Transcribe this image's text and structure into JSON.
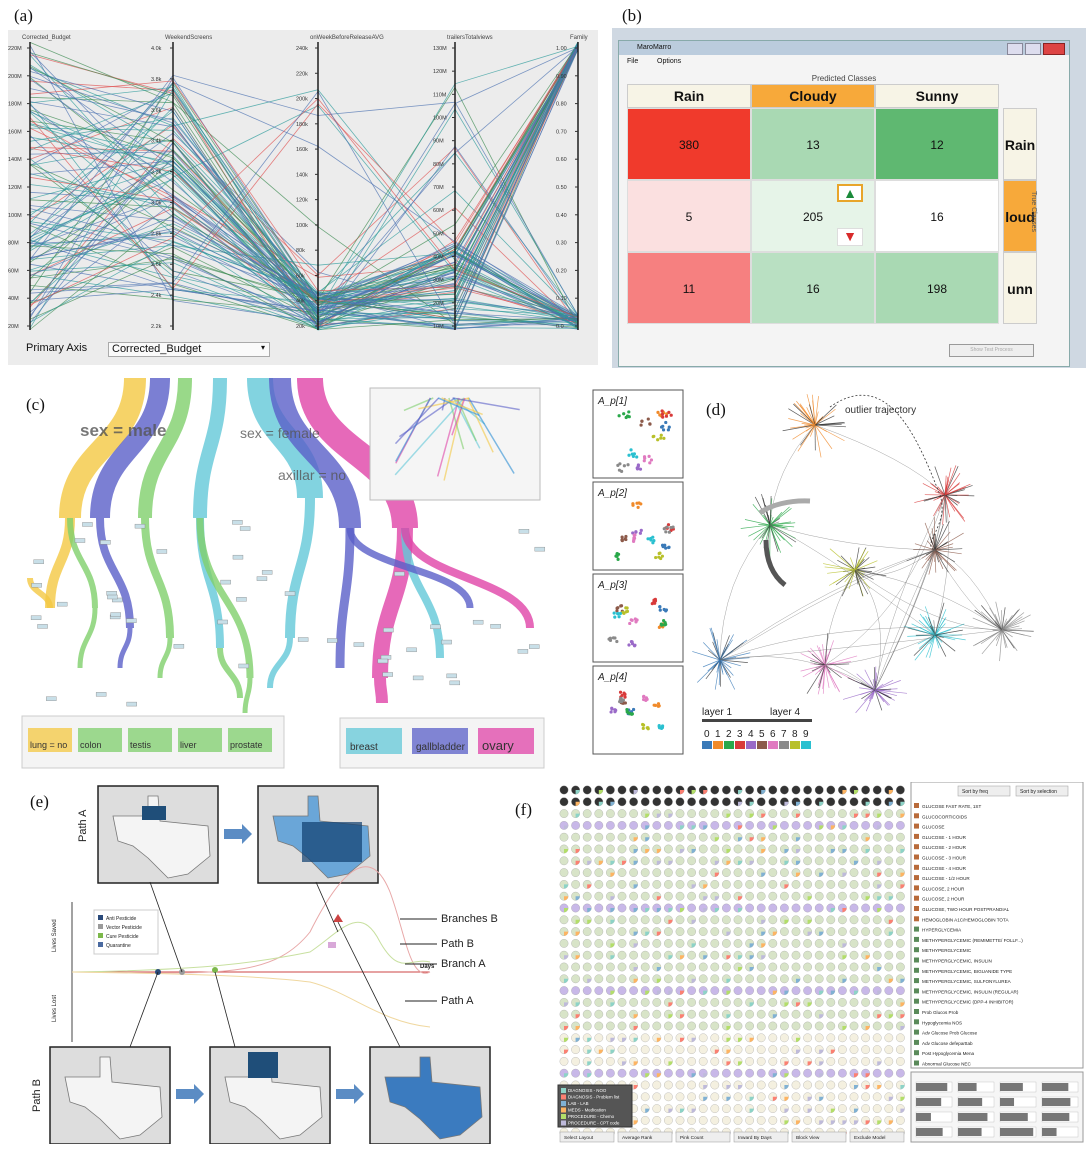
{
  "labels": {
    "a": "(a)",
    "b": "(b)",
    "c": "(c)",
    "d": "(d)",
    "e": "(e)",
    "f": "(f)"
  },
  "panel_a": {
    "axes": [
      {
        "name": "Corrected_Budget",
        "ticks": [
          "220M",
          "200M",
          "180M",
          "160M",
          "140M",
          "120M",
          "100M",
          "80M",
          "60M",
          "40M",
          "20M"
        ]
      },
      {
        "name": "WeekendScreens",
        "ticks": [
          "4.0k",
          "3.8k",
          "3.6k",
          "3.4k",
          "3.2k",
          "3.0k",
          "2.8k",
          "2.6k",
          "2.4k",
          "2.2k"
        ]
      },
      {
        "name": "onWeekBeforeReleaseAVG",
        "ticks": [
          "240k",
          "220k",
          "200k",
          "180k",
          "160k",
          "140k",
          "120k",
          "100k",
          "80k",
          "60k",
          "40k",
          "20k"
        ]
      },
      {
        "name": "trailersTotalviews",
        "ticks": [
          "130M",
          "120M",
          "110M",
          "100M",
          "90M",
          "80M",
          "70M",
          "60M",
          "50M",
          "40M",
          "30M",
          "20M",
          "10M"
        ]
      },
      {
        "name": "Family",
        "ticks": [
          "1.00",
          "0.90",
          "0.80",
          "0.70",
          "0.60",
          "0.50",
          "0.40",
          "0.30",
          "0.20",
          "0.10",
          "0.0"
        ]
      }
    ],
    "primary_axis_label": "Primary Axis",
    "primary_axis_value": "Corrected_Budget",
    "colors": {
      "teal": "#2a9a9a",
      "red": "#e05050",
      "blue": "#4a70b0",
      "green": "#3a8a50"
    }
  },
  "panel_b": {
    "window_title": "MaroMarro",
    "menu": [
      "File",
      "Options"
    ],
    "title": "Predicted Classes",
    "columns": [
      "Rain",
      "Cloudy",
      "Sunny"
    ],
    "rows": [
      "Rain",
      "loud",
      "unn"
    ],
    "true_label": "True Classes",
    "matrix": [
      [
        380,
        13,
        12
      ],
      [
        5,
        205,
        16
      ],
      [
        11,
        16,
        198
      ]
    ],
    "cell_colors": [
      [
        "#f03a2c",
        "#a9d9b3",
        "#5fb871"
      ],
      [
        "#fbe0e0",
        "#e6f4e8",
        "#ffffff"
      ],
      [
        "#f68080",
        "#b9e0c2",
        "#a9d9b3"
      ]
    ],
    "header_colors": {
      "Cloudy": "#f7a93a",
      "row_loud": "#f7a93a",
      "default": "#f7f4e6"
    },
    "button": "Show Test Process"
  },
  "panel_c": {
    "labels": [
      "sex = male",
      "sex = female",
      "axillar = no"
    ],
    "legend_left": [
      "lung = no",
      "colon",
      "testis",
      "liver",
      "prostate"
    ],
    "legend_right": [
      "breast",
      "gallbladder",
      "ovary"
    ],
    "colors": [
      "#f4c842",
      "#5a5fc8",
      "#7fcf6c",
      "#63c8d8",
      "#e044a8",
      "#2c8ed4"
    ]
  },
  "panel_d": {
    "thumbs": [
      "A_p[1]",
      "A_p[2]",
      "A_p[3]",
      "A_p[4]"
    ],
    "annotation": "outlier trajectory",
    "layer_left": "layer 1",
    "layer_right": "layer 4",
    "digits": [
      "0",
      "1",
      "2",
      "3",
      "4",
      "5",
      "6",
      "7",
      "8",
      "9"
    ],
    "digit_colors": [
      "#3a7ab8",
      "#f08a2a",
      "#2aa84a",
      "#d83a3a",
      "#9a6ac8",
      "#8c5a4a",
      "#e07ac0",
      "#8a8a8a",
      "#b8c02a",
      "#2ac0d0"
    ]
  },
  "panel_e": {
    "path_a": "Path A",
    "path_b": "Path B",
    "annotations": [
      "Branches B",
      "Path B",
      "Branch A",
      "Path A"
    ],
    "ylabel_top": "Lives Saved",
    "ylabel_bottom": "Lives Lost",
    "xlabel": "Days",
    "legend": [
      "Anti Pesticide",
      "Vector Pesticide",
      "Cure Pesticide",
      "Quarantine"
    ]
  },
  "panel_f": {
    "buttons_top": [
      "Sort by freq",
      "Sort by selection"
    ],
    "list_items": [
      "GLUCOSE FAST RATE, 1ST",
      "GLUCOCORTICOIDS",
      "GLUCOSE",
      "GLUCOSE - 1 HOUR",
      "GLUCOSE - 2 HOUR",
      "GLUCOSE - 3 HOUR",
      "GLUCOSE - 4 HOUR",
      "GLUCOSE - 1/2 HOUR",
      "GLUCOSE, 2 HOUR",
      "GLUCOSE, 2 HOUR",
      "GLUCOSE, TWO HOUR POSTPRANDIAL",
      "HEMOGLOBIN A1C/HEMOGLOBIN TOTA",
      "HYPERGLYCEMIA",
      "METHYPERGLYCEMIC (REMIMETTE/ FOLLF...)",
      "METHYPERGLYCEMIC",
      "METHYPERGLYCEMIC, INSULIN",
      "METHYPERGLYCEMIC, BIGUANIDE TYPE",
      "METHYPERGLYCEMIC, SULFONYLUREA",
      "METHYPERGLYCEMIC, INSULIN (REGULAR)",
      "METHYPERGLYCEMIC (DPP-4 INHIBITOR)",
      "Prob Glucos Prob",
      "Hypoglycemia NOS",
      "Adv Glucose Prob Glucose",
      "Adv Glucose defeparttab",
      "Post Hypoglycemia Mena",
      "Abnormal Glucose NEC"
    ],
    "legend": [
      "DIAGNOSIS - NOO",
      "DIAGNOSIS - Problem list",
      "LAB - LAB",
      "MEDS - Medication",
      "PROCEDURE - Chemo",
      "PROCEDURE - CPT code"
    ],
    "legend_colors": [
      "#8dd3c7",
      "#fb8072",
      "#80b1d3",
      "#fdb462",
      "#b3de69",
      "#bebada"
    ],
    "buttons_bottom": [
      "Select Layout",
      "Average Rank",
      "Pink Count",
      "Inward By Days",
      "Block View",
      "Exclude Model"
    ]
  }
}
